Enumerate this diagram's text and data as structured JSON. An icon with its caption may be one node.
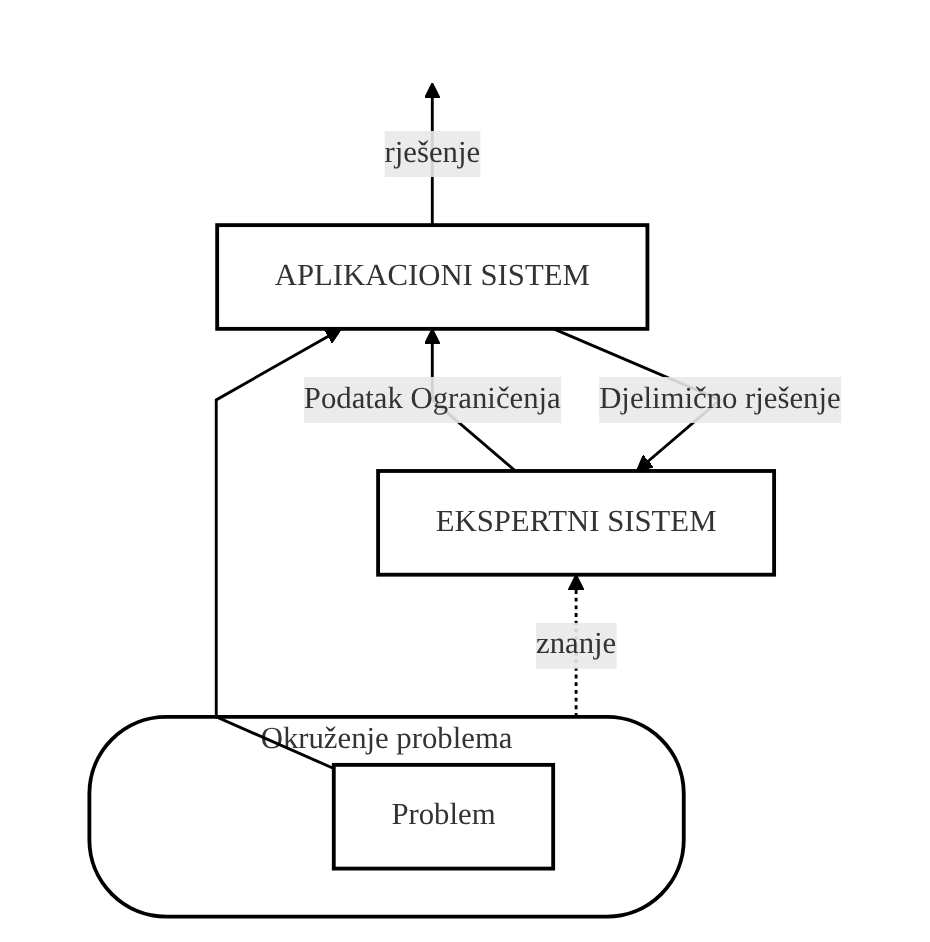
{
  "diagram": {
    "nodes": [
      {
        "text": [
          "EKSPERTNI SISTEM"
        ]
      },
      {
        "text": [
          "APLIKACIONI SISTEM"
        ]
      },
      {
        "text": [
          "Okruženje problema"
        ]
      },
      {
        "text": [
          "Problem"
        ],
        "in": 2
      }
    ],
    "edges": [
      {
        "from": 2,
        "to": 0,
        "arrow": "to",
        "label": "znanje",
        "style": "dashed"
      },
      {
        "from": 1,
        "to": 0,
        "arrow": "to",
        "label": "Djelimično rješenje"
      },
      {
        "from": 0,
        "to": 1,
        "arrow": "to",
        "label": "Podatak Ograničenja"
      },
      {
        "from": 1,
        "to": null,
        "arrow": "to",
        "label": "rješenje"
      },
      {
        "from": 3,
        "to": 1,
        "arrow": "to"
      }
    ]
  }
}
